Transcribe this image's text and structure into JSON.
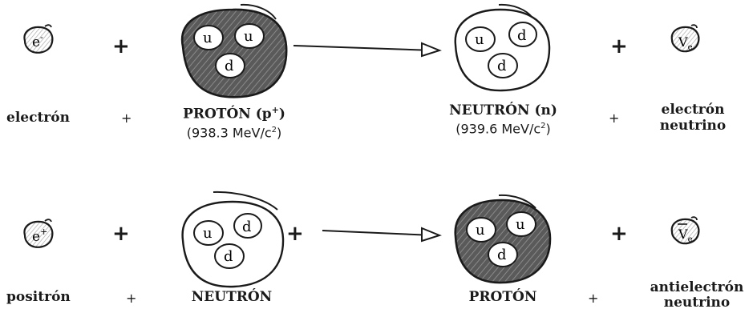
{
  "reaction1": {
    "lepton_in_symbol": "e",
    "lepton_in_sup": "-",
    "hadron_in_quarks": [
      "u",
      "u",
      "d"
    ],
    "hadron_out_quarks": [
      "u",
      "d",
      "d"
    ],
    "lepton_out_symbol": "V",
    "lepton_out_sub": "e",
    "labels": {
      "lepton_in": "electrón",
      "plus1": "+",
      "hadron_in_name": "PROTÓN (p",
      "hadron_in_sup": "+",
      "hadron_in_close": ")",
      "hadron_in_mass": "(938.3 MeV/c",
      "hadron_in_mass_sup": "2",
      "hadron_in_mass_close": ")",
      "hadron_out_name": "NEUTRÓN (n)",
      "hadron_out_mass": "(939.6 MeV/c",
      "hadron_out_mass_sup": "2",
      "hadron_out_mass_close": ")",
      "plus2": "+",
      "lepton_out_line1": "electrón",
      "lepton_out_line2": "neutrino"
    },
    "big_plus": [
      "+",
      "+"
    ]
  },
  "reaction2": {
    "lepton_in_symbol": "e",
    "lepton_in_sup": "+",
    "hadron_in_quarks": [
      "u",
      "d",
      "d"
    ],
    "hadron_out_quarks": [
      "u",
      "u",
      "d"
    ],
    "lepton_out_symbol": "V",
    "lepton_out_sub": "e",
    "labels": {
      "lepton_in": "positrón",
      "plus1": "+",
      "hadron_in_name": "NEUTRÓN",
      "hadron_out_name": "PROTÓN",
      "plus2": "+",
      "lepton_out_line1": "antielectrón",
      "lepton_out_line2": "neutrino"
    },
    "big_plus": [
      "+",
      "+",
      "+"
    ]
  },
  "colors": {
    "ink": "#1a1a1a",
    "proton_fill": "#5a5a5a",
    "hatch": "#8a8a8a",
    "particle_fill": "#cfcfcf"
  }
}
